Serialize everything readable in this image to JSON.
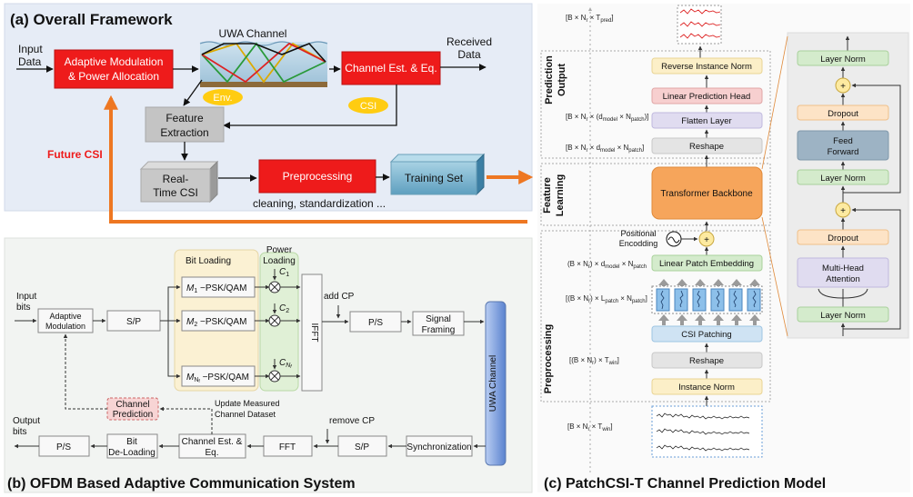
{
  "panel_a": {
    "title": "(a) Overall Framework",
    "input_data": [
      "Input",
      "Data"
    ],
    "adaptive_mod": [
      "Adaptive Modulation",
      "& Power Allocation"
    ],
    "uwa_channel": "UWA Channel",
    "env": "Env.",
    "channel_est": "Channel Est. & Eq.",
    "received_data": [
      "Received",
      "Data"
    ],
    "csi": "CSI",
    "feature_extraction": [
      "Feature",
      "Extraction"
    ],
    "future_csi": "Future CSI",
    "realtime_csi": [
      "Real-",
      "Time CSI"
    ],
    "preprocessing": "Preprocessing",
    "preprocessing_sub": "cleaning, standardization ...",
    "training_set": "Training Set"
  },
  "panel_b": {
    "title": "(b) OFDM Based Adaptive Communication System",
    "input_bits": [
      "Input",
      "bits"
    ],
    "adaptive_mod": [
      "Adaptive",
      "Modulation"
    ],
    "sp": "S/P",
    "bit_loading": "Bit Loading",
    "power_loading": [
      "Power",
      "Loading"
    ],
    "c1": "C",
    "c1_sub": "1",
    "c2": "C",
    "c2_sub": "2",
    "cn": "C",
    "cn_sub": "N",
    "cn_subsub": "f",
    "m1": "M",
    "m1_sub": "1",
    "m1_rest": " −PSK/QAM",
    "m2": "M",
    "m2_sub": "2",
    "m2_rest": " −PSK/QAM",
    "mn": "M",
    "mn_sub": "N",
    "mn_subsub": "f",
    "mn_rest": " −PSK/QAM",
    "add_cp": "add CP",
    "ifft": "IFFT",
    "ps": "P/S",
    "signal_framing": [
      "Signal",
      "Framing"
    ],
    "uwa_channel": "UWA Channel",
    "channel_prediction": [
      "Channel",
      "Prediction"
    ],
    "update": [
      "Update Measured",
      "Channel Dataset"
    ],
    "remove_cp": "remove CP",
    "output_bits": [
      "Output",
      "bits"
    ],
    "ps2": "P/S",
    "bit_deloading": [
      "Bit",
      "De-Loading"
    ],
    "channel_est": [
      "Channel Est. &",
      "Eq."
    ],
    "fft": "FFT",
    "sp2": "S/P",
    "synchronization": "Synchronization"
  },
  "panel_c": {
    "title": "(c) PatchCSI-T Channel Prediction Model",
    "section_output": [
      "Prediction",
      "Output"
    ],
    "section_feature": [
      "Feature",
      "Learning"
    ],
    "section_pre": "Preprocessing",
    "dim_top": "[B × N",
    "dim_top_sub": "r",
    "dim_top_mid": " × T",
    "dim_top_sub2": "pred",
    "dim_top_end": "]",
    "dim_flat": "[B × N",
    "dim_flat_sub": "r",
    "dim_flat_mid": " × (d",
    "dim_flat_sub2": "model",
    "dim_flat_mid2": " × N",
    "dim_flat_sub3": "patch",
    "dim_flat_end": ")]",
    "dim_reshape": "[B × N",
    "dim_reshape_sub": "r",
    "dim_reshape_mid": " × d",
    "dim_reshape_sub2": "model",
    "dim_reshape_mid2": " × N",
    "dim_reshape_sub3": "patch",
    "dim_reshape_end": "]",
    "dim_embed": "(B × N",
    "dim_embed_sub": "r",
    "dim_embed_mid": ") × d",
    "dim_embed_sub2": "model",
    "dim_embed_mid2": " × N",
    "dim_embed_sub3": "patch",
    "dim_patch": "[(B × N",
    "dim_patch_sub": "r",
    "dim_patch_mid": ") × L",
    "dim_patch_sub2": "patch",
    "dim_patch_mid2": " × N",
    "dim_patch_sub3": "patch",
    "dim_patch_end": "]",
    "dim_win": "[(B × N",
    "dim_win_sub": "r",
    "dim_win_mid": ") × T",
    "dim_win_sub2": "win",
    "dim_win_end": "]",
    "dim_in": "[B × N",
    "dim_in_sub": "r",
    "dim_in_mid": " × T",
    "dim_in_sub2": "win",
    "dim_in_end": "]",
    "reverse_norm": "Reverse Instance Norm",
    "linear_head": "Linear Prediction Head",
    "flatten": "Flatten Layer",
    "reshape": "Reshape",
    "transformer": "Transformer Backbone",
    "positional": [
      "Positional",
      "Encodding"
    ],
    "plus": "+",
    "linear_embed": "Linear Patch Embedding",
    "csi_patching": "CSI Patching",
    "reshape2": "Reshape",
    "instance_norm": "Instance Norm",
    "t_layer_norm_top": "Layer Norm",
    "t_plus_top": "+",
    "t_dropout_top": "Dropout",
    "t_ff": [
      "Feed",
      "Forward"
    ],
    "t_layer_norm_mid": "Layer Norm",
    "t_plus_mid": "+",
    "t_dropout_mid": "Dropout",
    "t_mha": [
      "Multi-Head",
      "Attention"
    ],
    "t_layer_norm_bot": "Layer Norm"
  }
}
